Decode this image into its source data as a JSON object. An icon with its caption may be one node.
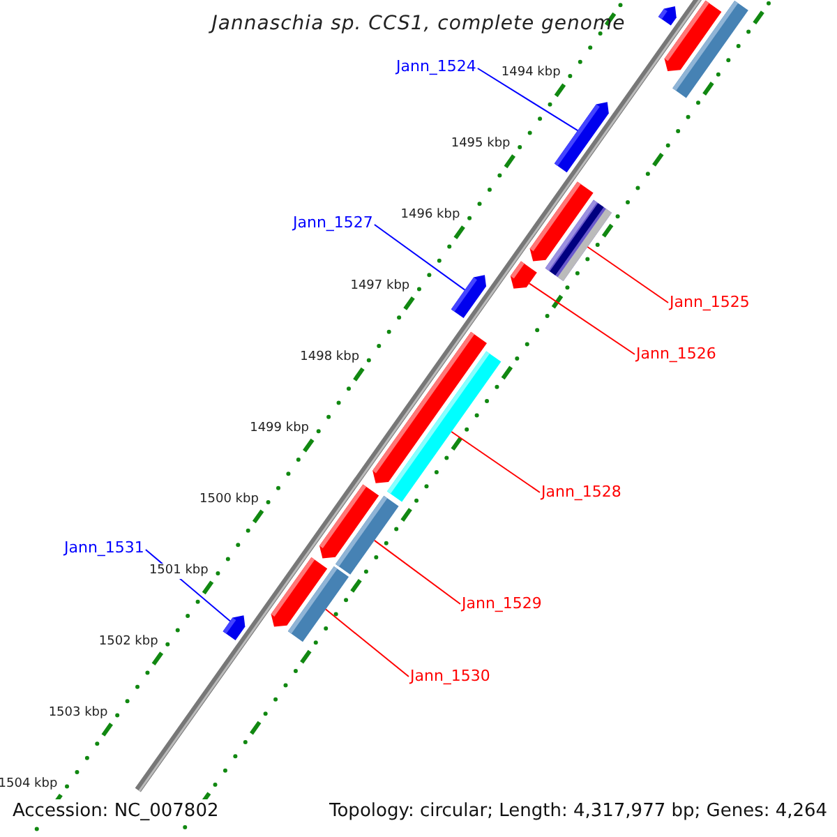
{
  "diagram": {
    "title": "Jannaschia sp. CCS1, complete genome",
    "nodes": [
      {
        "text": [
          "Jann_1524"
        ]
      },
      {
        "text": [
          "Jann_1527"
        ]
      },
      {
        "text": [
          "Jann_1525"
        ]
      },
      {
        "text": [
          "Jann_1526"
        ]
      },
      {
        "text": [
          "Jann_1528"
        ]
      },
      {
        "text": [
          "Jann_1531"
        ]
      },
      {
        "text": [
          "Jann_1529"
        ]
      },
      {
        "text": [
          "Jann_1530"
        ]
      },
      {
        "text": [],
        "shape": "bar"
      },
      {
        "text": [],
        "shape": "bar"
      },
      {
        "text": [],
        "shape": "bar"
      },
      {
        "text": [],
        "shape": "bar"
      },
      {
        "text": [],
        "shape": "bar"
      },
      {
        "text": [],
        "shape": "bar"
      },
      {
        "text": [],
        "shape": "bar"
      },
      {
        "text": [],
        "shape": "bar"
      },
      {
        "text": [],
        "shape": "bar"
      },
      {
        "text": [],
        "shape": "bar"
      },
      {
        "text": [],
        "shape": "bar"
      },
      {
        "text": [],
        "shape": "bar"
      },
      {
        "text": [],
        "shape": "bar"
      },
      {
        "text": [],
        "shape": "bar"
      },
      {
        "text": [],
        "shape": "bar"
      }
    ],
    "edges": [
      {
        "from": 0,
        "to": 8,
        "arrow": "none",
        "color": "#0000ff"
      },
      {
        "from": 1,
        "to": 11,
        "arrow": "none",
        "color": "#0000ff"
      },
      {
        "from": 2,
        "to": 19,
        "arrow": "none"
      },
      {
        "from": 3,
        "to": 10,
        "arrow": "none"
      },
      {
        "from": 4,
        "to": 20,
        "arrow": "none"
      },
      {
        "from": 5,
        "to": 15,
        "arrow": "none",
        "color": "#0000ff"
      },
      {
        "from": 6,
        "to": 21,
        "arrow": "none"
      },
      {
        "from": 7,
        "to": 22,
        "arrow": "none"
      }
    ],
    "labels": [
      "1494 kbp",
      "1495 kbp",
      "1496 kbp",
      "1497 kbp",
      "1498 kbp",
      "1499 kbp",
      "1500 kbp",
      "1501 kbp",
      "1502 kbp",
      "1503 kbp",
      "1504 kbp",
      "Accession: NC_007802",
      "Topology: circular; Length: 4,317,977 bp; Genes: 4,264"
    ]
  }
}
